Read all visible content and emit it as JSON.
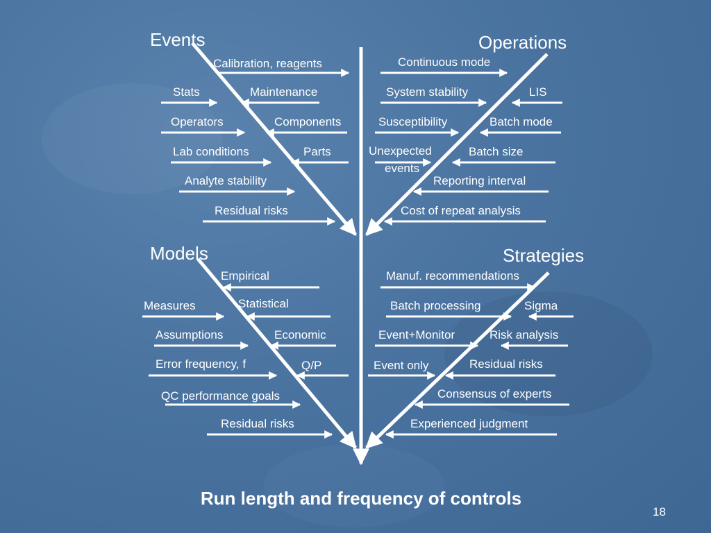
{
  "slide_title": "Run length and frequency of controls",
  "page_number": "18",
  "colors": {
    "background": "#4a73a0",
    "lines": "#ffffff",
    "text": "#ffffff"
  },
  "quadrants": {
    "events": {
      "heading": "Events",
      "labels": [
        "Calibration, reagents",
        "Stats",
        "Maintenance",
        "Operators",
        "Components",
        "Lab conditions",
        "Parts",
        "Analyte stability",
        "Residual risks"
      ]
    },
    "operations": {
      "heading": "Operations",
      "labels": [
        "Continuous mode",
        "System stability",
        "LIS",
        "Susceptibility",
        "Batch mode",
        "Unexpected",
        "events",
        "Batch size",
        "Reporting interval",
        "Cost of repeat analysis"
      ]
    },
    "models": {
      "heading": "Models",
      "labels": [
        "Empirical",
        "Measures",
        "Statistical",
        "Assumptions",
        "Economic",
        "Error frequency, f",
        "Q/P",
        "QC performance goals",
        "Residual risks"
      ]
    },
    "strategies": {
      "heading": "Strategies",
      "labels": [
        "Manuf. recommendations",
        "Batch processing",
        "Sigma",
        "Event+Monitor",
        "Risk analysis",
        "Event only",
        "Residual risks",
        "Consensus of experts",
        "Experienced judgment"
      ]
    }
  }
}
